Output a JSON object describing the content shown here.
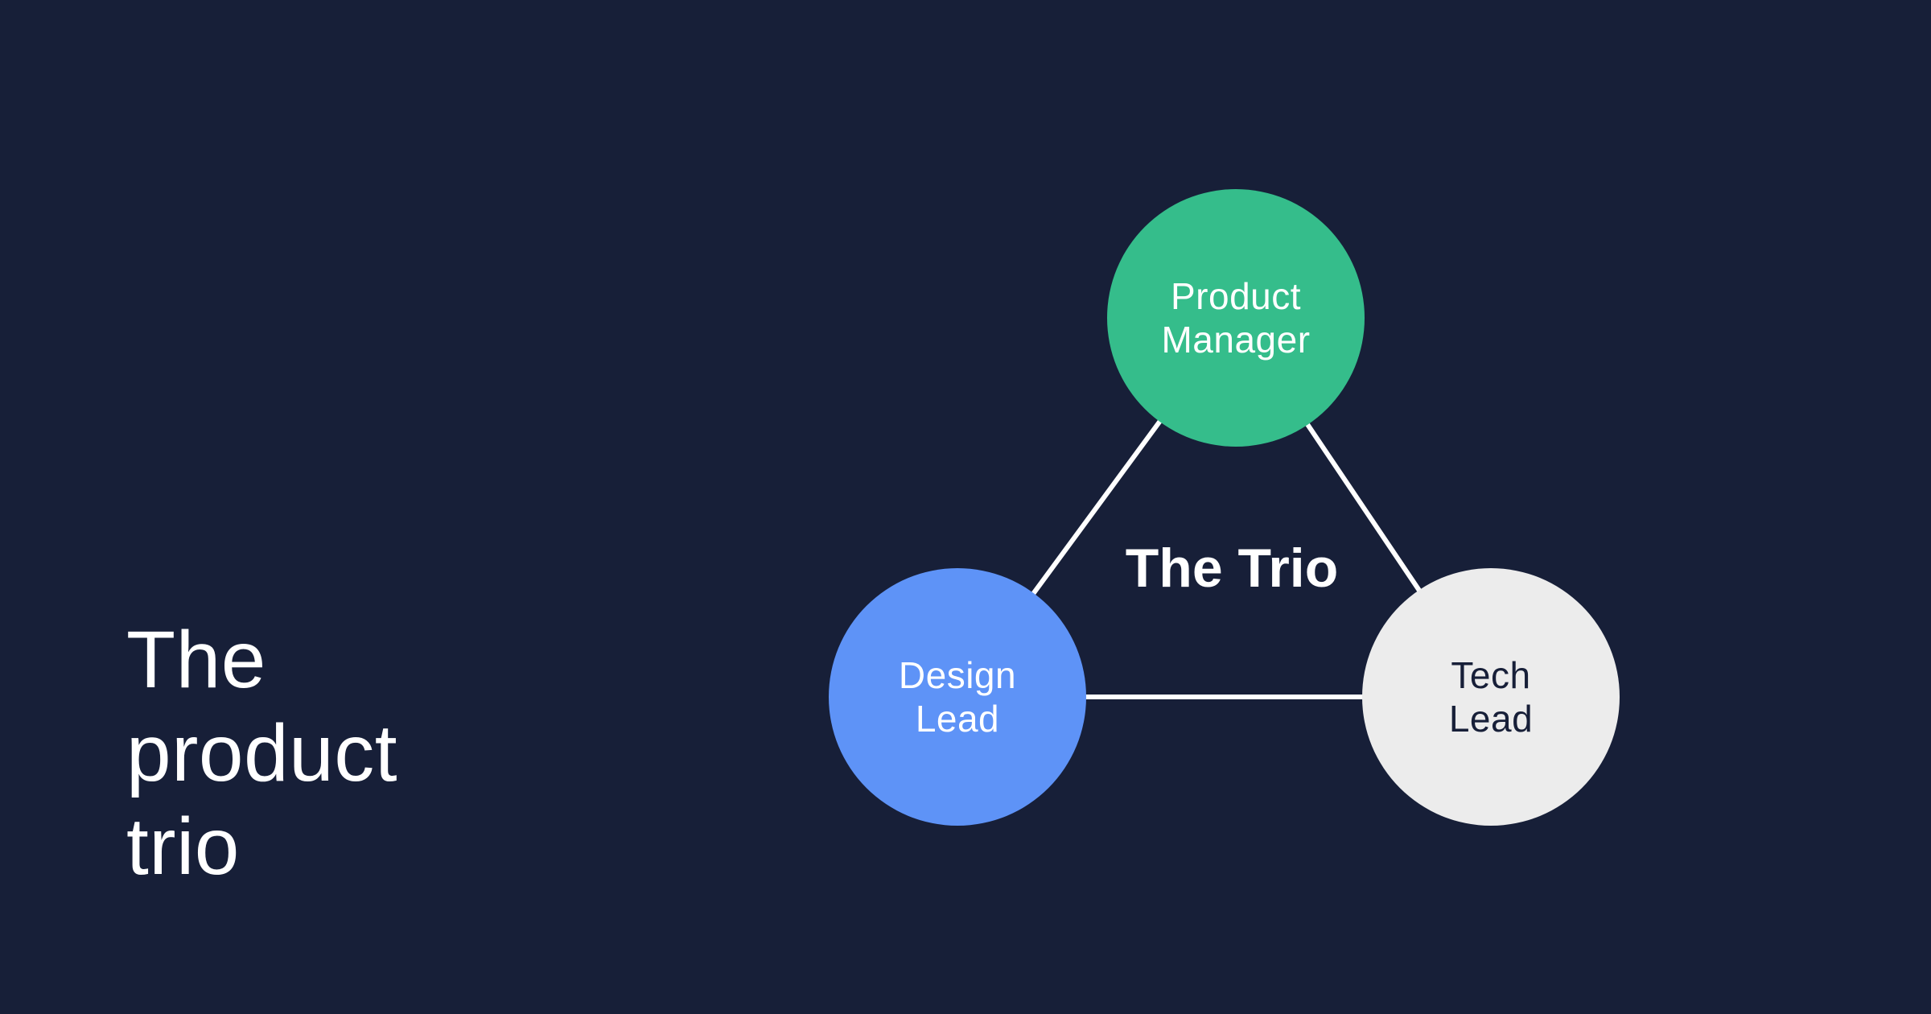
{
  "title": "The product trio",
  "colors": {
    "background": "#171f38",
    "connector_line": "#ffffff",
    "title_text": "#ffffff",
    "green": "#35bd8b",
    "blue": "#5e93f7",
    "light": "#ececec",
    "dark_text": "#171f38"
  },
  "diagram": {
    "center_label": "The Trio",
    "nodes": [
      {
        "id": "product-manager",
        "line1": "Product",
        "line2": "Manager",
        "fill": "#35bd8b",
        "text": "#ffffff"
      },
      {
        "id": "design-lead",
        "line1": "Design",
        "line2": "Lead",
        "fill": "#5e93f7",
        "text": "#ffffff"
      },
      {
        "id": "tech-lead",
        "line1": "Tech",
        "line2": "Lead",
        "fill": "#ececec",
        "text": "#171f38"
      }
    ]
  }
}
